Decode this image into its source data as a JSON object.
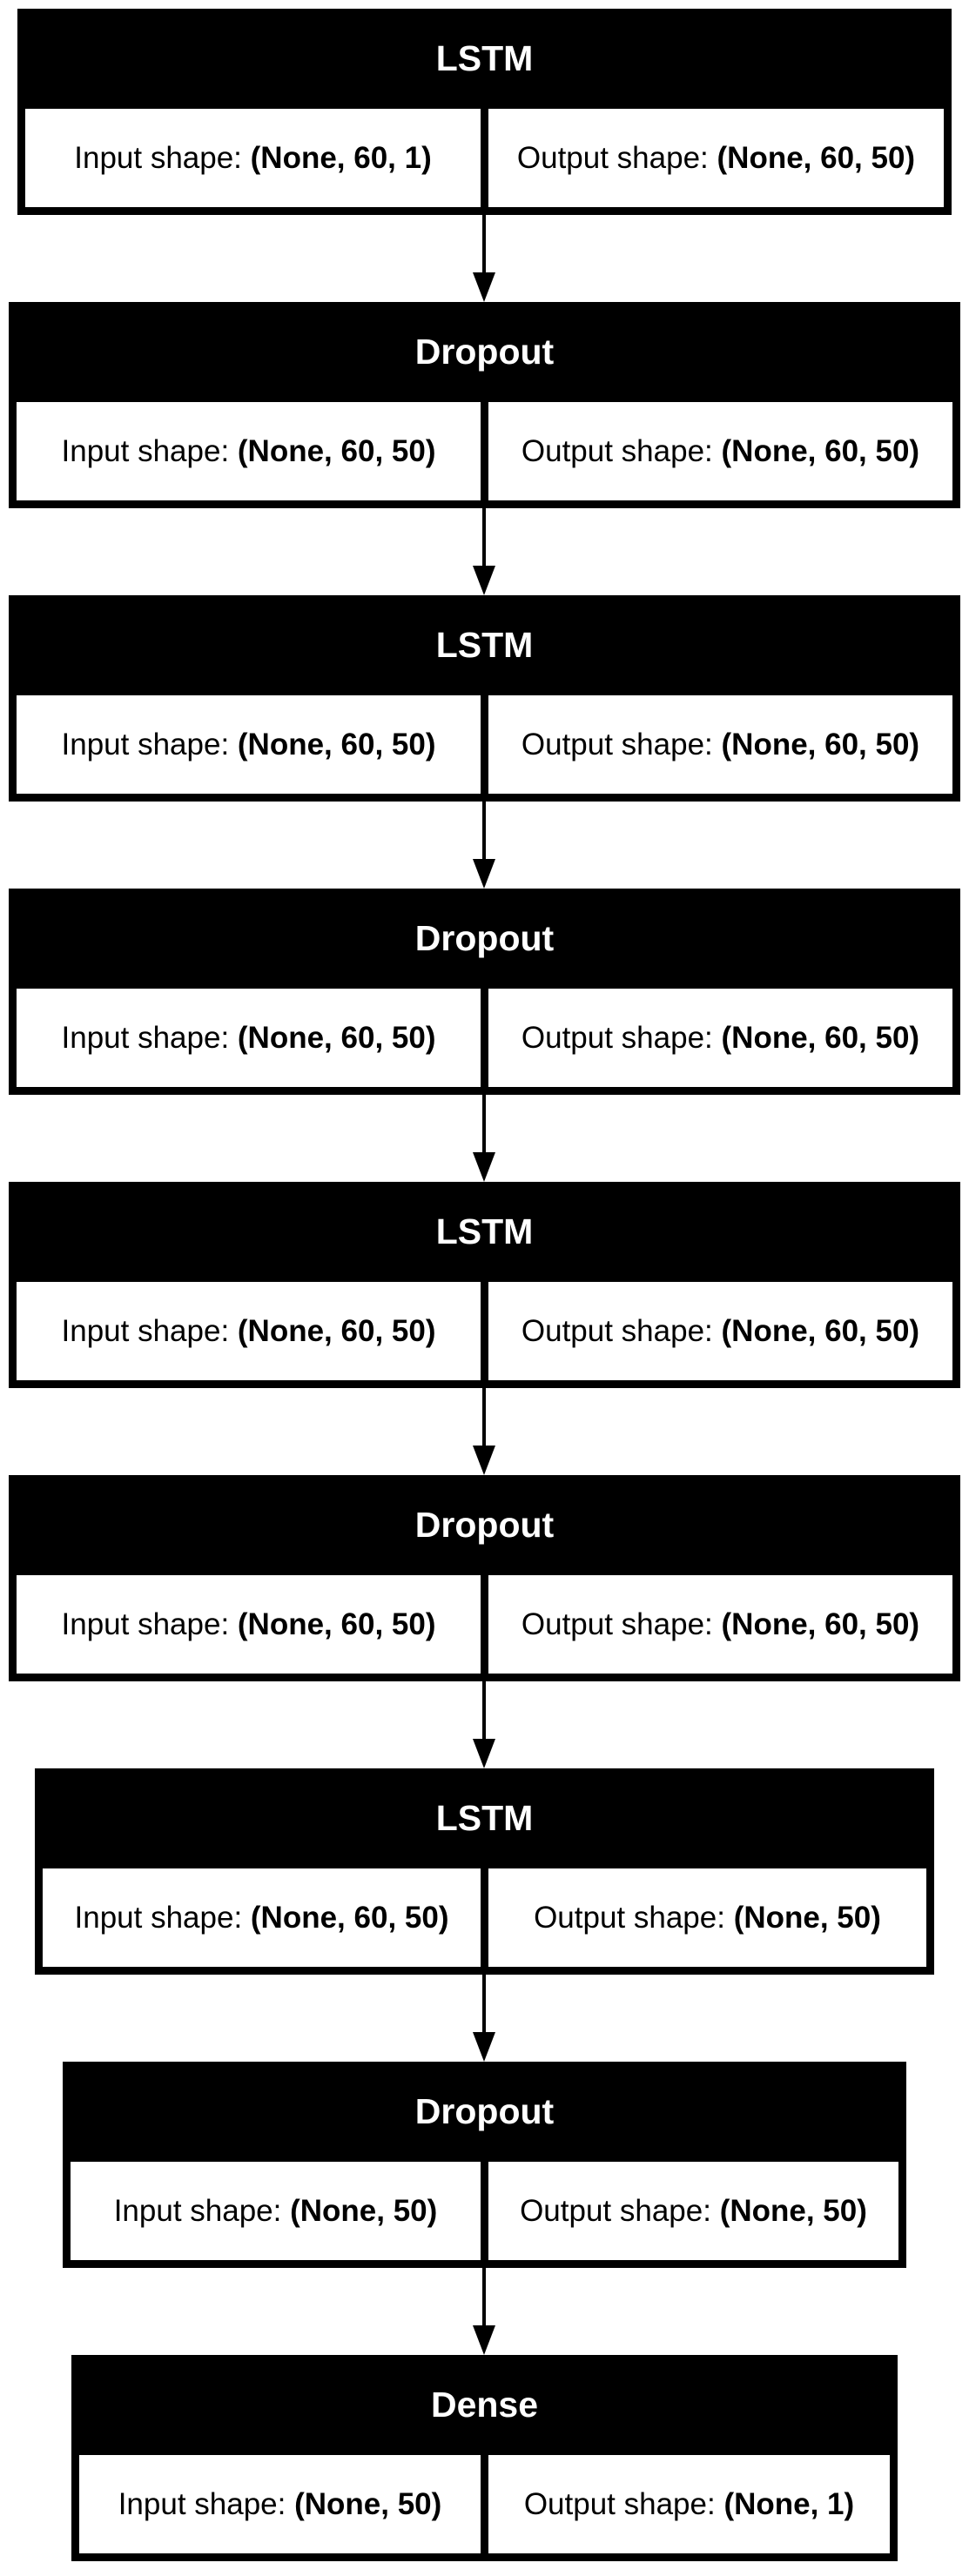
{
  "labels": {
    "input": "Input shape:",
    "output": "Output shape:"
  },
  "layers": [
    {
      "name": "LSTM",
      "input_shape": "(None, 60, 1)",
      "output_shape": "(None, 60, 50)"
    },
    {
      "name": "Dropout",
      "input_shape": "(None, 60, 50)",
      "output_shape": "(None, 60, 50)"
    },
    {
      "name": "LSTM",
      "input_shape": "(None, 60, 50)",
      "output_shape": "(None, 60, 50)"
    },
    {
      "name": "Dropout",
      "input_shape": "(None, 60, 50)",
      "output_shape": "(None, 60, 50)"
    },
    {
      "name": "LSTM",
      "input_shape": "(None, 60, 50)",
      "output_shape": "(None, 60, 50)"
    },
    {
      "name": "Dropout",
      "input_shape": "(None, 60, 50)",
      "output_shape": "(None, 60, 50)"
    },
    {
      "name": "LSTM",
      "input_shape": "(None, 60, 50)",
      "output_shape": "(None, 50)"
    },
    {
      "name": "Dropout",
      "input_shape": "(None, 50)",
      "output_shape": "(None, 50)"
    },
    {
      "name": "Dense",
      "input_shape": "(None, 50)",
      "output_shape": "(None, 1)"
    }
  ],
  "edges": [
    [
      0,
      1
    ],
    [
      1,
      2
    ],
    [
      2,
      3
    ],
    [
      3,
      4
    ],
    [
      4,
      5
    ],
    [
      5,
      6
    ],
    [
      6,
      7
    ],
    [
      7,
      8
    ]
  ]
}
